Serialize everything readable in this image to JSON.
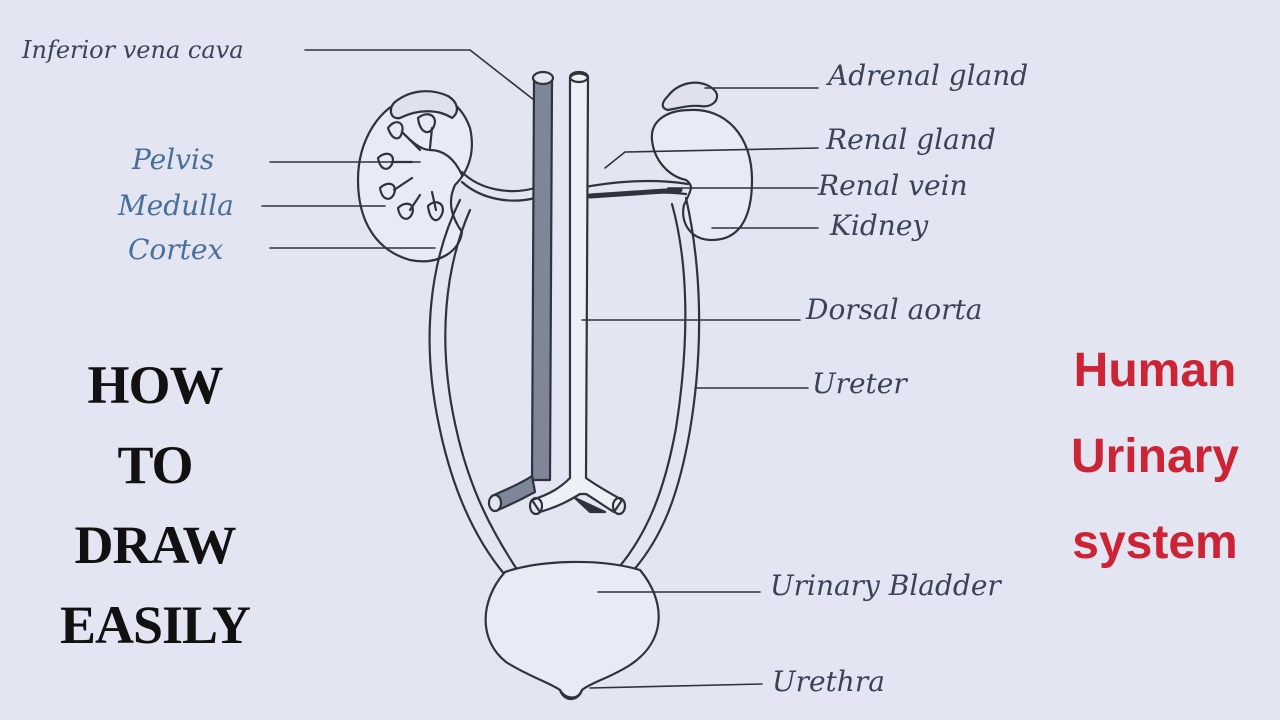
{
  "labels": {
    "inferior_vena_cava": "Inferior vena cava",
    "pelvis": "Pelvis",
    "medulla": "Medulla",
    "cortex": "Cortex",
    "adrenal_gland": "Adrenal gland",
    "renal_gland": "Renal gland",
    "renal_vein": "Renal vein",
    "kidney": "Kidney",
    "dorsal_aorta": "Dorsal aorta",
    "ureter": "Ureter",
    "urinary_bladder": "Urinary Bladder",
    "urethra": "Urethra"
  },
  "how_to": [
    "HOW",
    "TO",
    "DRAW",
    "EASILY"
  ],
  "title": [
    "Human",
    "Urinary",
    "system"
  ],
  "colors": {
    "paper": "#e3e6f2",
    "pencil": "#2f333d",
    "title_red": "#cc2434",
    "label_blue": "#4a6f9a"
  }
}
